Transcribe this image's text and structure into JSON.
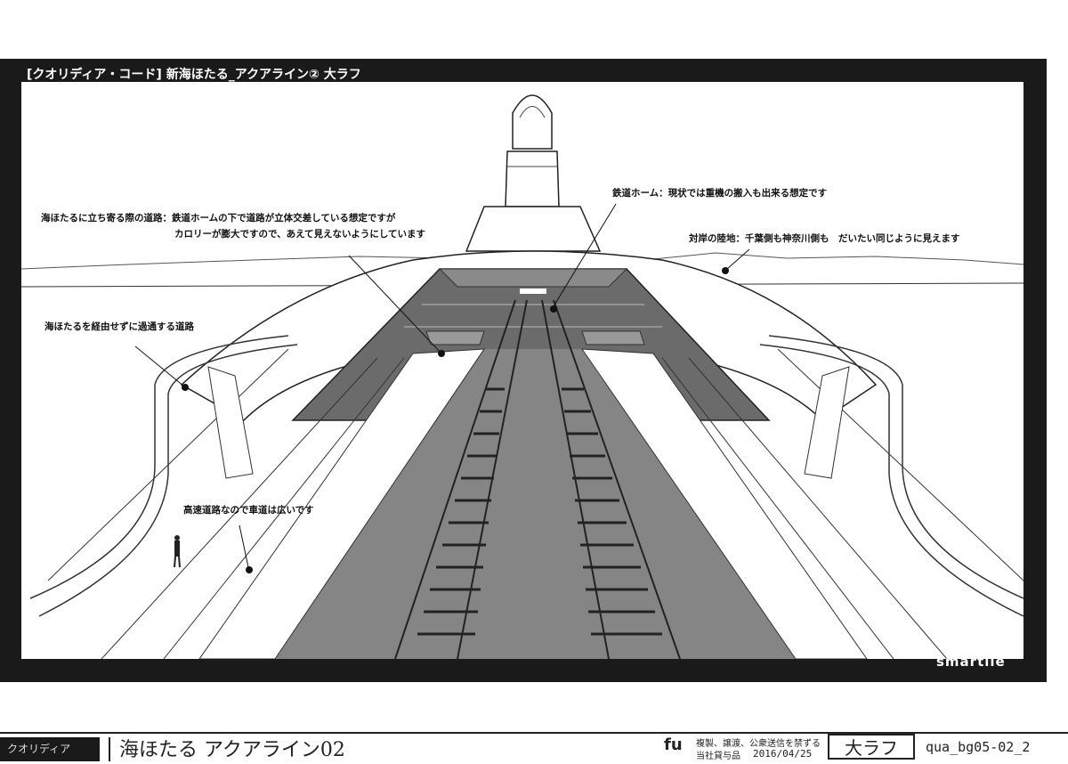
{
  "header": {
    "title": "[クオリディア・コード] 新海ほたる_アクアライン② 大ラフ"
  },
  "annotations": {
    "road_note_line1": "海ほたるに立ち寄る際の道路：鉄道ホームの下で道路が立体交差している想定ですが",
    "road_note_line2": "カロリーが膨大ですので、あえて見えないようにしています",
    "platform_note": "鉄道ホーム：現状では重機の搬入も出来る想定です",
    "shore_note": "対岸の陸地：千葉側も神奈川側も　だいたい同じように見えます",
    "bypass_note": "海ほたるを経由せずに過通する道路",
    "highway_note": "高速道路なので車道は広いです"
  },
  "brand": "smartile",
  "footer": {
    "logo_text": "クオリディア",
    "title": "海ほたる アクアライン02",
    "fu_logo": "fu",
    "notice": "複製、譲渡、公衆送信を禁ずる",
    "notice2": "当社貸与品",
    "date": "2016/04/25",
    "stage": "大ラフ",
    "code": "qua_bg05-02_2"
  }
}
